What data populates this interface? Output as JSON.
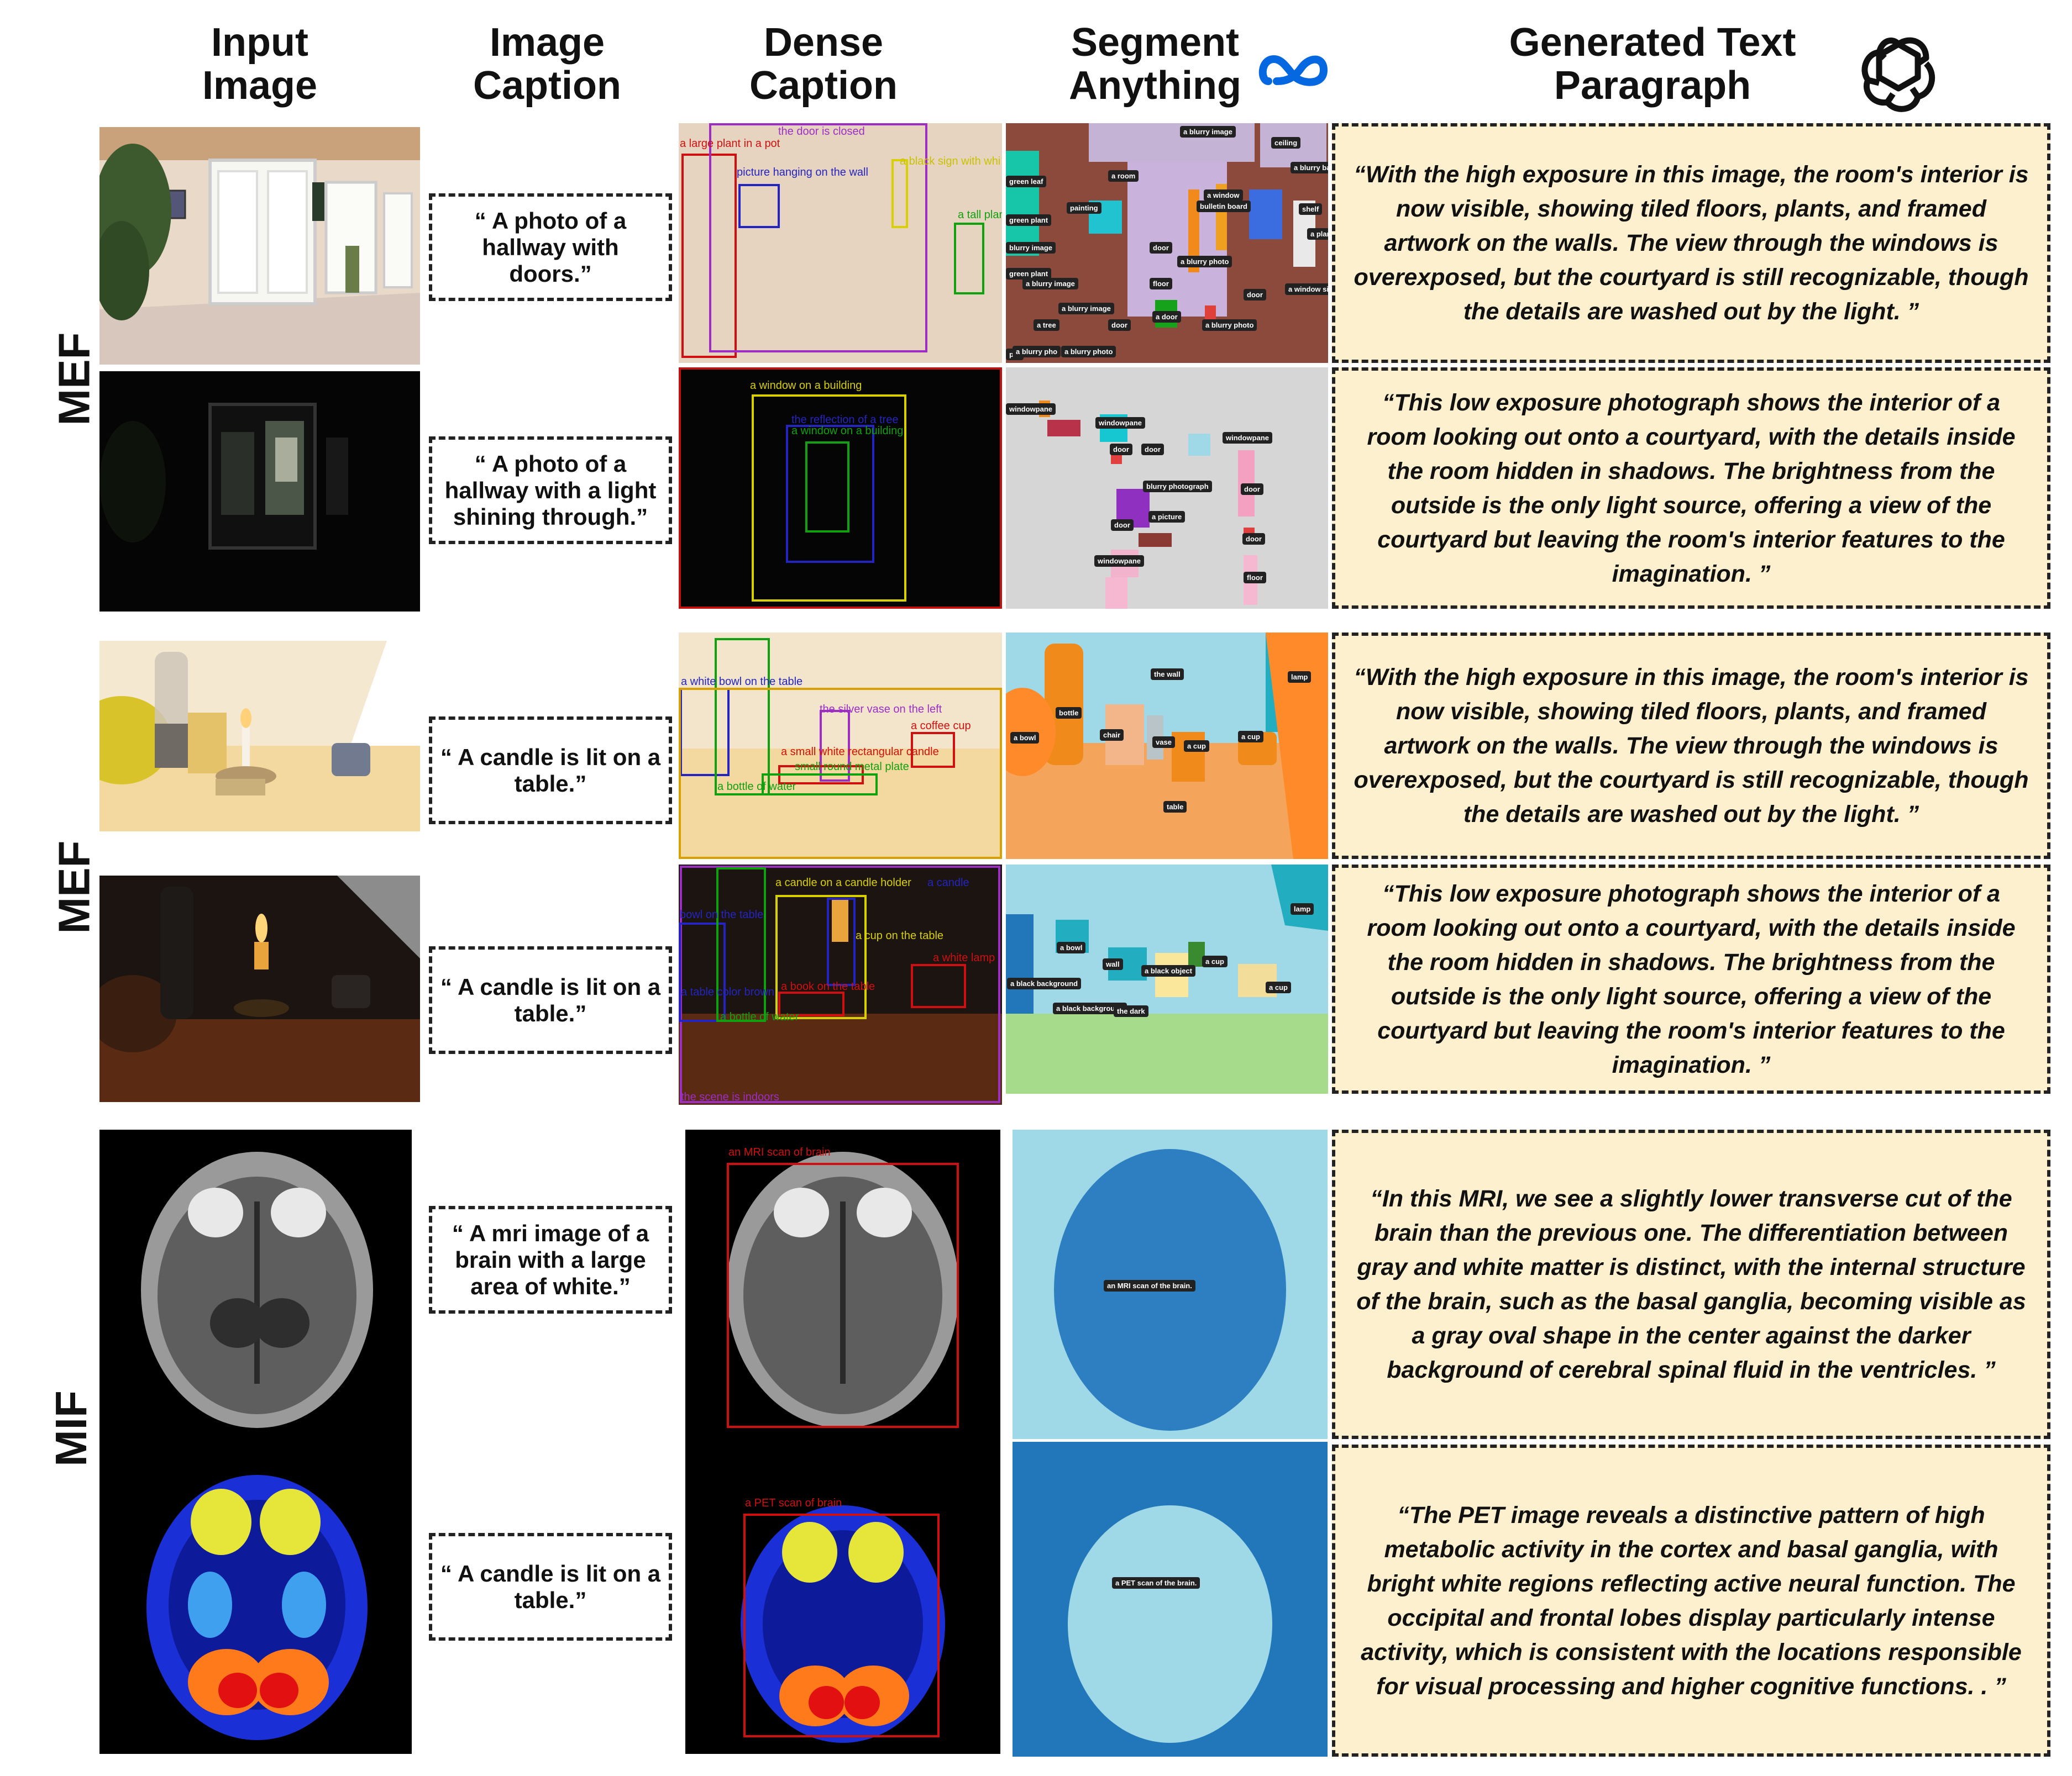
{
  "headers": {
    "input_image": [
      "Input",
      "Image"
    ],
    "image_caption": [
      "Image",
      "Caption"
    ],
    "dense_caption": [
      "Dense",
      "Caption"
    ],
    "segment_anything": [
      "Segment",
      "Anything"
    ],
    "generated_text": [
      "Generated Text",
      "Paragraph"
    ]
  },
  "row_labels": [
    "MEF",
    "MEF",
    "MIF"
  ],
  "captions": [
    "“ A photo of a hallway with doors.”",
    "“ A photo of a hallway with a light shining through.”",
    "“ A candle is lit on a table.”",
    "“ A candle is lit on a table.”",
    "“ A mri image of a brain with a large area of white.”",
    "“ A candle is lit on a table.”"
  ],
  "paragraphs": [
    "“With the high exposure in this image, the room's interior is now visible, showing tiled floors, plants, and framed artwork on the walls. The view through the windows is overexposed, but the courtyard is still recognizable, though the details are washed out by the light. ”",
    "“This low exposure photograph shows the interior of a room looking out onto a courtyard, with the details inside the room hidden in shadows. The brightness from the outside is the only light source, offering a view of the courtyard but leaving the room's interior features to the imagination. ”",
    "“With the high exposure in this image, the room's interior is now visible, showing tiled floors, plants, and framed artwork on the walls. The view through the windows is overexposed, but the courtyard is still recognizable, though the details are washed out by the light. ”",
    "“This low exposure photograph shows the interior of a room looking out onto a courtyard, with the details inside the room hidden in shadows. The brightness from the outside is the only light source, offering a view of the courtyard but leaving the room's interior features to the imagination. ”",
    "“In this MRI, we see a slightly lower transverse cut of the brain than the previous one. The differentiation between gray and white matter is distinct, with the internal structure of the brain, such as the basal ganglia, becoming visible as a gray oval shape in the center against the darker background of cerebral spinal fluid in the ventricles. ”",
    "“The PET image reveals a distinctive pattern of high metabolic activity in the cortex and basal ganglia, with bright white regions reflecting active neural function. The occipital and frontal lobes display particularly intense activity, which is consistent with the locations responsible for visual processing and higher cognitive functions. . ”"
  ],
  "dense_labels": {
    "hall_bright": [
      "a large plant in a pot",
      "the door is closed",
      "picture hanging on the wall",
      "a black sign with whi",
      "a tall plant"
    ],
    "hall_dark": [
      "a window on a building",
      "the reflection of a tree",
      "a window on a building"
    ],
    "candle_bright": [
      "a white bowl on the table",
      "the silver vase on the left",
      "a coffee cup",
      "a small white rectangular candle",
      "small round metal plate",
      "a bottle of water"
    ],
    "candle_dark": [
      "a candle on a candle holder",
      "a candle",
      "bowl on the table",
      "a cup on the table",
      "a white lamp",
      "a table color brown",
      "a book on the table",
      "a bottle of water",
      "the scene is indoors"
    ],
    "mri": [
      "an MRI scan of brain"
    ],
    "pet": [
      "a PET scan of brain"
    ]
  },
  "sam_tags": {
    "hall_bright": [
      "a blurry image",
      "ceiling",
      "a blurry bac",
      "green leaf",
      "a room",
      "a window",
      "painting",
      "bulletin board",
      "shelf",
      "green plant",
      "a plan",
      "blurry image",
      "door",
      "a blurry photo",
      "green plant",
      "a blurry image",
      "floor",
      "door",
      "a window sign",
      "a blurry image",
      "a door",
      "a blurry photo",
      "a tree",
      "door",
      "pot",
      "a blurry pho",
      "a blurry photo"
    ],
    "hall_dark": [
      "windowpane",
      "windowpane",
      "windowpane",
      "door",
      "door",
      "blurry photograph",
      "door",
      "a picture",
      "door",
      "door",
      "windowpane",
      "floor"
    ],
    "candle_bright": [
      "the wall",
      "lamp",
      "bottle",
      "a bowl",
      "chair",
      "vase",
      "a cup",
      "a cup",
      "table"
    ],
    "candle_dark": [
      "lamp",
      "a bowl",
      "wall",
      "a black object",
      "a cup",
      "a black background",
      "a cup",
      "a black background",
      "the dark"
    ],
    "mri": [
      "an MRI scan of the brain."
    ],
    "pet": [
      "a PET scan of the brain."
    ]
  },
  "colors": {
    "paragraph_bg": "#fdf0cf",
    "meta_blue": "#0668E1",
    "sam_brown": "#8B4A3C",
    "sam_gray": "#d6d6d6",
    "sam_lightblue": "#9fd8e6",
    "sam_green": "#a5db8a",
    "sam_darkblue": "#2277bb",
    "sam_mid_blue": "#2e7fc2"
  },
  "icons": [
    "meta-logo-icon",
    "openai-logo-icon"
  ]
}
